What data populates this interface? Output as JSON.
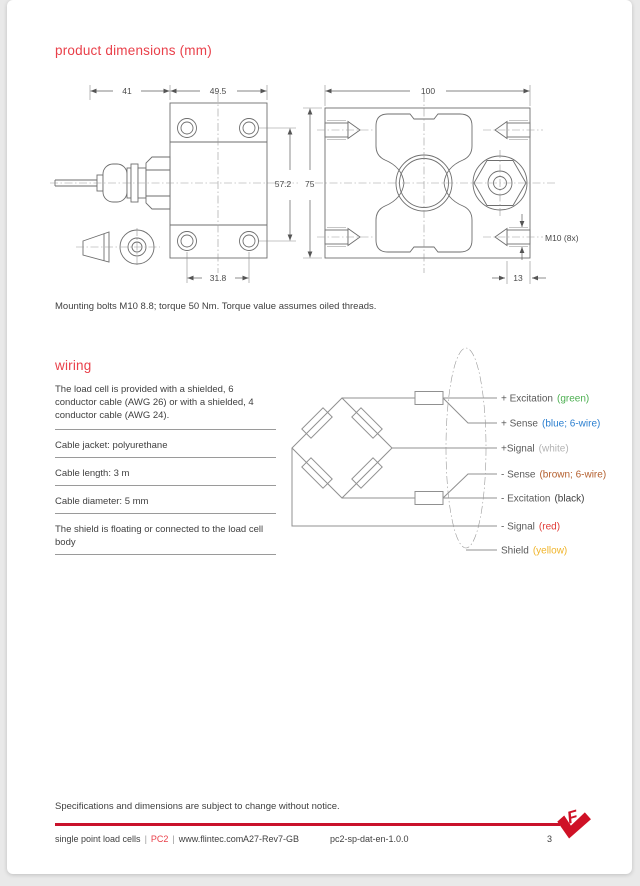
{
  "product_dimensions": {
    "title": "product dimensions (mm)",
    "mounting_note": "Mounting bolts M10 8.8; torque 50 Nm. Torque value assumes oiled threads.",
    "front_view": {
      "cable_gland_length": "41",
      "body_width": "49.5",
      "hole_spacing_vertical": "57.2",
      "body_height": "75",
      "hole_spacing_horizontal": "31.8"
    },
    "top_view": {
      "body_length": "100",
      "thread_spec": "M10 (8x)",
      "thread_edge_distance": "13"
    }
  },
  "wiring": {
    "title": "wiring",
    "intro": "The load cell is provided with a shielded, 6 conductor cable (AWG 26) or with a shielded, 4 conductor cable (AWG 24).",
    "specs": [
      "Cable jacket: polyurethane",
      "Cable length: 3 m",
      "Cable diameter: 5 mm",
      "The shield is floating or connected to the load cell body"
    ],
    "diagram": {
      "wires": [
        {
          "name": "+ Excitation",
          "note": "(green)",
          "color": "#4caf50"
        },
        {
          "name": "+ Sense",
          "note": "(blue; 6-wire)",
          "color": "#2b7fd0"
        },
        {
          "name": "+Signal",
          "note": "(white)",
          "color": "#b3b3b3"
        },
        {
          "name": "- Sense",
          "note": "(brown; 6-wire)",
          "color": "#b4602f"
        },
        {
          "name": "- Excitation",
          "note": "(black)",
          "color": "#3f3f3f"
        },
        {
          "name": "- Signal",
          "note": "(red)",
          "color": "#e03a36"
        },
        {
          "name": "Shield",
          "note": "(yellow)",
          "color": "#f0b429"
        }
      ]
    }
  },
  "footer": {
    "disclaimer": "Specifications and dimensions are subject to change without notice.",
    "product_family": "single point load cells",
    "separator": "|",
    "product": "PC2",
    "website": "www.flintec.com",
    "doc_code": "A27-Rev7-GB",
    "doc_id": "pc2-sp-dat-en-1.0.0",
    "page_number": "3"
  }
}
